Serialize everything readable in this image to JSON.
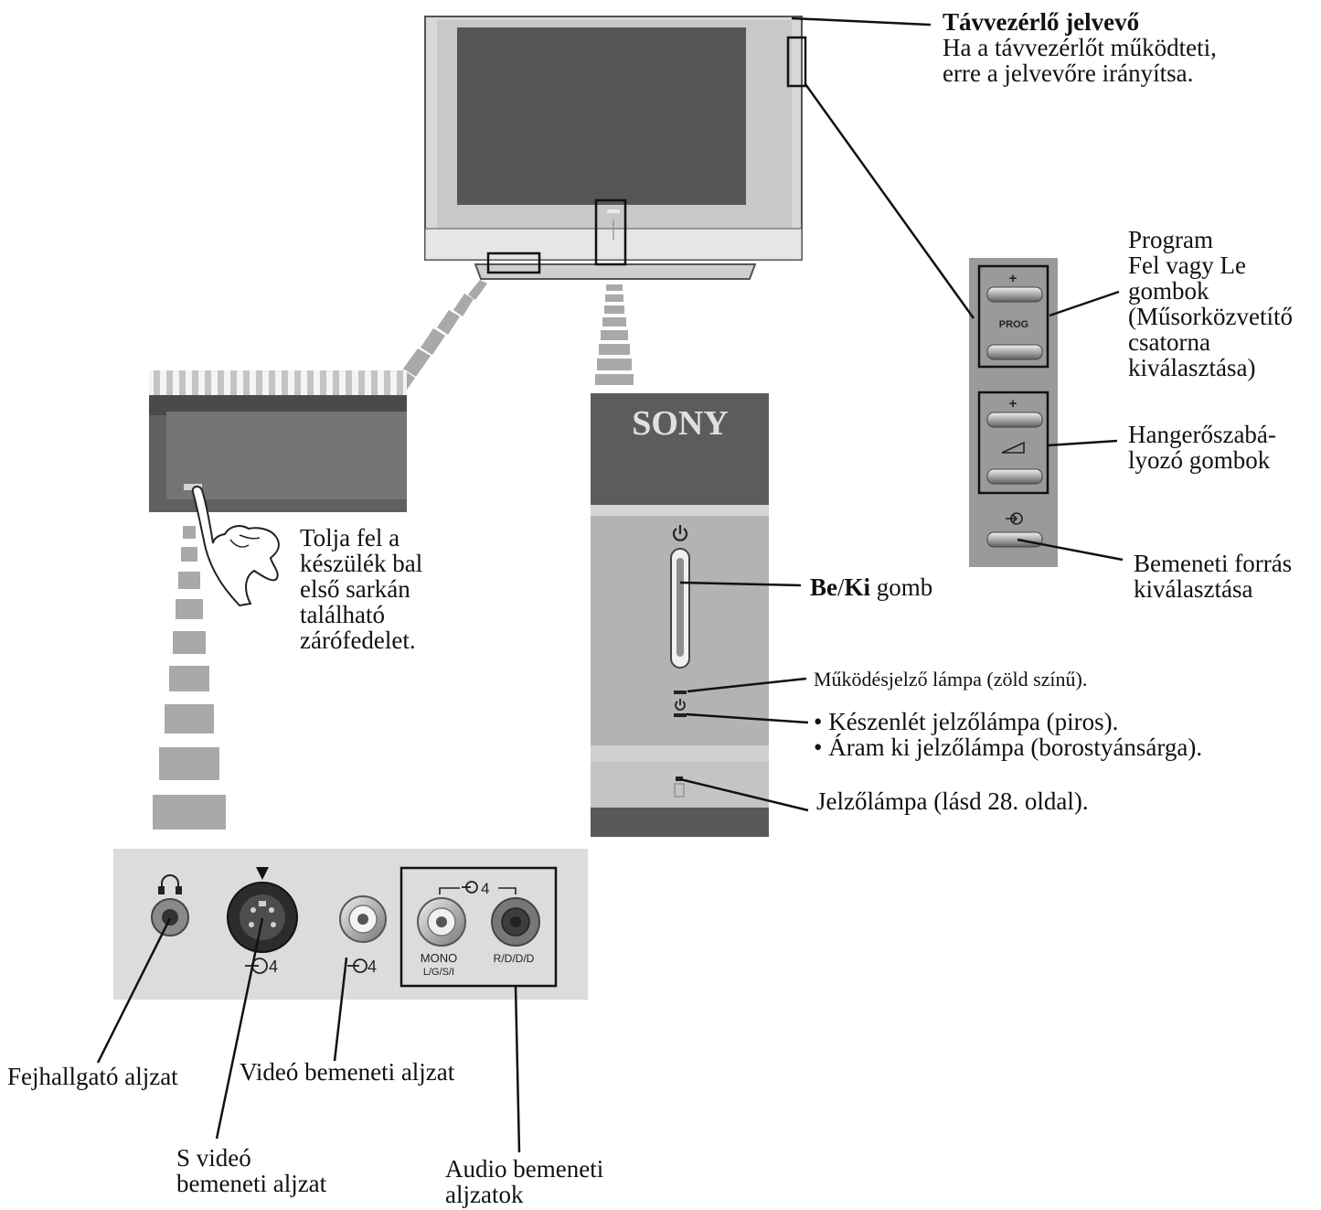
{
  "labels": {
    "remote_sensor": {
      "title": "Távvezérlő jelvevő",
      "line1": "Ha a távvezérlőt működteti,",
      "line2": "erre a jelvevőre irányítsa."
    },
    "program_buttons": {
      "line1": "Program",
      "line2": "Fel vagy Le",
      "line3": "gombok",
      "line4": "(Műsorközvetítő",
      "line5": "csatorna",
      "line6": "kiválasztása)"
    },
    "volume_buttons": {
      "line1": "Hangerőszabá-",
      "line2": "lyozó gombok"
    },
    "input_select": {
      "line1": "Bemeneti forrás",
      "line2": "kiválasztása"
    },
    "power_button": {
      "bold1": "Be",
      "slash": "/",
      "bold2": "Ki",
      "rest": " gomb"
    },
    "operation_lamp": "Működésjelző lámpa (zöld színű).",
    "standby_lamps": {
      "line1": "• Készenlét jelzőlámpa (piros).",
      "line2": "• Áram ki jelzőlámpa (borostyánsárga)."
    },
    "indicator_lamp": "Jelzőlámpa (lásd 28. oldal).",
    "cover_instruction": {
      "line1": "Tolja fel a",
      "line2": "készülék bal",
      "line3": "első sarkán",
      "line4": "található",
      "line5": "zárófedelet."
    },
    "headphone_jack": "Fejhallgató aljzat",
    "video_input": "Videó bemeneti aljzat",
    "svideo_input": {
      "line1": "S videó",
      "line2": "bemeneti aljzat"
    },
    "audio_inputs": {
      "line1": "Audio bemeneti",
      "line2": "aljzatok"
    }
  },
  "panel_text": {
    "brand": "SONY",
    "prog": "PROG",
    "plus_top": "+",
    "plus_bottom": "+",
    "input_4_svideo": "4",
    "input_4_video": "4",
    "input_4_audio": "4",
    "mono": "MONO",
    "left_channel": "L/G/S/I",
    "right_channel": "R/D/D/D"
  },
  "colors": {
    "ink": "#111111",
    "panel_gray": "#9a9a9a",
    "dark_gray": "#595959",
    "light_gray": "#d6d6d6"
  }
}
